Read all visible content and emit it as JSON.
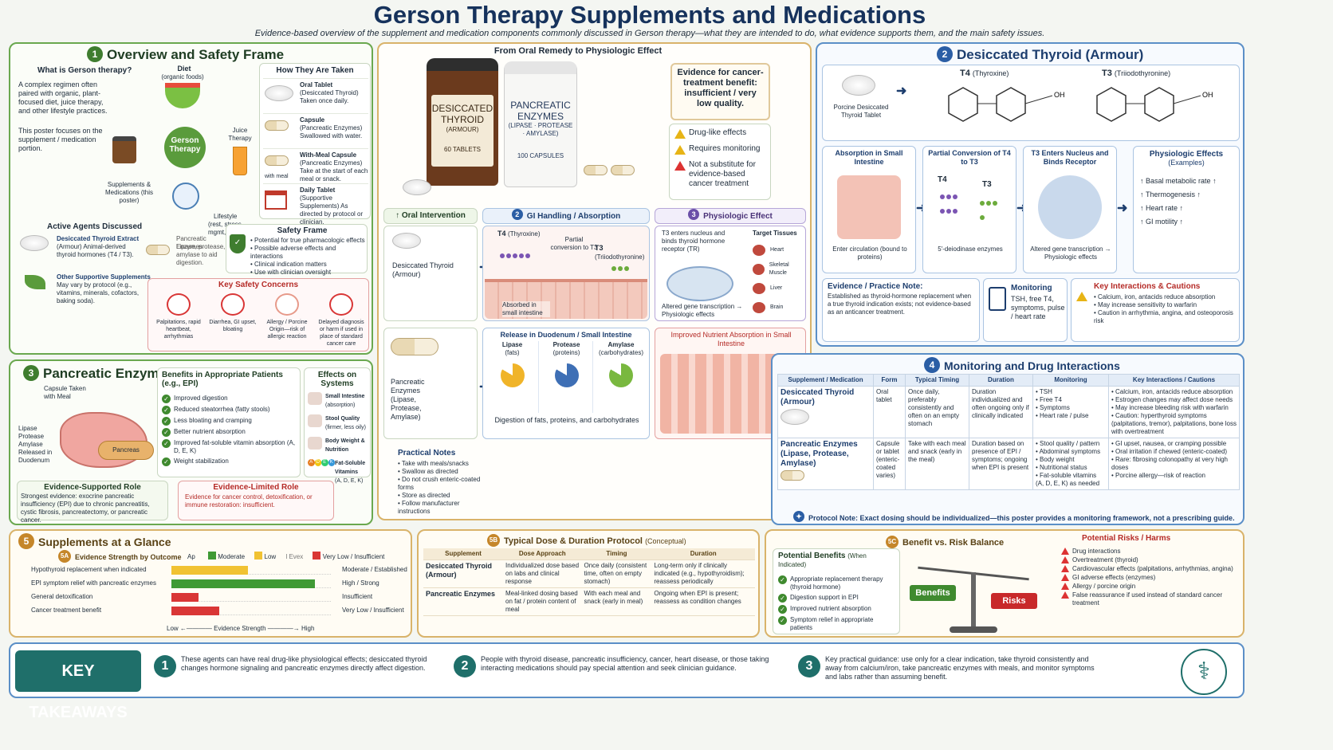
{
  "header": {
    "title": "Gerson Therapy Supplements and Medications",
    "subtitle": "Evidence-based overview of the supplement and medication components commonly discussed in Gerson therapy—what they are intended to do, what evidence supports them, and the main safety issues."
  },
  "s1": {
    "num": "1",
    "title": "Overview and Safety Frame",
    "what_title": "What is Gerson therapy?",
    "what_p1": "A complex regimen often paired with organic, plant-focused diet, juice therapy, and other lifestyle practices.",
    "what_p2": "This poster focuses on the supplement / medication portion.",
    "diet": "Diet",
    "diet_sub": "(organic foods)",
    "juice": "Juice Therapy",
    "center": "Gerson Therapy",
    "supp": "Supplements & Medications (this poster)",
    "life": "Lifestyle",
    "life_sub": "(rest, stress mgmt, sunlight)",
    "how_title": "How They Are Taken",
    "how": [
      {
        "title": "Oral Tablet",
        "text": "(Desiccated Thyroid) Taken once daily."
      },
      {
        "title": "Capsule",
        "text": "(Pancreatic Enzymes) Swallowed with water."
      },
      {
        "title": "With-Meal Capsule",
        "text": "(Pancreatic Enzymes) Take at the start of each meal or snack.",
        "note": "with meal"
      },
      {
        "title": "Daily Tablet",
        "text": "(Supportive Supplements) As directed by protocol or clinician."
      }
    ],
    "active_title": "Active Agents Discussed",
    "agent1_title": "Desiccated Thyroid Extract",
    "agent1_text": "(Armour) Animal-derived thyroid hormones (T4 / T3).",
    "agent2_title": "Pancreatic Enzymes",
    "agent2_text": "Lipase, protease, amylase to aid digestion.",
    "agent3_title": "Other Supportive Supplements",
    "agent3_text": "May vary by protocol (e.g., vitamins, minerals, cofactors, baking soda).",
    "frame_title": "Safety Frame",
    "frame": [
      "Potential for true pharmacologic effects",
      "Possible adverse effects and interactions",
      "Clinical indication matters",
      "Use with clinician oversight"
    ],
    "concerns_title": "Key Safety Concerns",
    "concerns": [
      "Palpitations, rapid heartbeat, arrhythmias",
      "Diarrhea, GI upset, bloating",
      "Allergy / Porcine Origin—risk of allergic reaction",
      "Delayed diagnosis or harm if used in place of standard cancer care"
    ]
  },
  "center": {
    "title": "From Oral Remedy to Physiologic Effect",
    "bottle1": [
      "DESICCATED",
      "THYROID",
      "(ARMOUR)",
      "60 TABLETS"
    ],
    "bottle2": [
      "PANCREATIC",
      "ENZYMES",
      "(LIPASE · PROTEASE",
      "· AMYLASE)",
      "100 CAPSULES"
    ],
    "evidence_box": "Evidence for cancer-treatment benefit: insufficient / very low quality.",
    "flags": [
      "Drug-like effects",
      "Requires monitoring",
      "Not a substitute for evidence-based cancer treatment"
    ],
    "step1": "Oral Intervention",
    "step2": "GI Handling / Absorption",
    "step3": "Physiologic Effect",
    "dt_label": "Desiccated Thyroid (Armour)",
    "t4": "T4",
    "t4_sub": "(Thyroxine)",
    "conv": "Partial conversion to T3",
    "t3": "T3",
    "t3_sub": "(Triiodothyronine)",
    "absorbed": "Absorbed in small intestine",
    "nucleus": "T3 enters nucleus and binds thyroid hormone receptor (TR)",
    "altered": "Altered gene transcription → Physiologic effects",
    "targets_title": "Target Tissues",
    "targets": [
      "Heart",
      "Skeletal Muscle",
      "Liver",
      "Brain"
    ],
    "pe_label": "Pancreatic Enzymes (Lipase, Protease, Amylase)",
    "release": "Release in Duodenum / Small Intestine",
    "enz": [
      {
        "name": "Lipase",
        "sub": "(fats)"
      },
      {
        "name": "Protease",
        "sub": "(proteins)"
      },
      {
        "name": "Amylase",
        "sub": "(carbohydrates)"
      }
    ],
    "digestion": "Digestion of fats, proteins, and carbohydrates",
    "improved": "Improved Nutrient Absorption in Small Intestine",
    "notes_title": "Practical Notes",
    "notes": [
      "Take with meals/snacks",
      "Swallow as directed",
      "Do not crush enteric-coated forms",
      "Store as directed",
      "Follow manufacturer instructions"
    ]
  },
  "s2": {
    "num": "2",
    "title": "Desiccated Thyroid (Armour)",
    "tablet": "Porcine Desiccated Thyroid Tablet",
    "t4": "T4",
    "t4_sub": "(Thyroxine)",
    "t3": "T3",
    "t3_sub": "(Triiodothyronine)",
    "flow": [
      {
        "title": "Absorption in Small Intestine",
        "text": "Enter circulation (bound to proteins)"
      },
      {
        "title": "Partial Conversion of T4 to T3",
        "text": "5′-deiodinase enzymes",
        "a": "T4",
        "b": "T3"
      },
      {
        "title": "T3 Enters Nucleus and Binds Receptor",
        "text": "Altered gene transcription → Physiologic effects"
      }
    ],
    "effects_title": "Physiologic Effects",
    "effects_sub": "(Examples)",
    "effects": [
      "Basal metabolic rate",
      "Thermogenesis",
      "Heart rate",
      "GI motility"
    ],
    "note_title": "Evidence / Practice Note:",
    "note_text": "Established as thyroid-hormone replacement when a true thyroid indication exists; not evidence-based as an anticancer treatment.",
    "mon_title": "Monitoring",
    "mon_text": "TSH, free T4, symptoms, pulse / heart rate",
    "int_title": "Key Interactions & Cautions",
    "int": [
      "Calcium, iron, antacids reduce absorption",
      "May increase sensitivity to warfarin",
      "Caution in arrhythmia, angina, and osteoporosis risk"
    ]
  },
  "s3": {
    "num": "3",
    "title": "Pancreatic Enzymes",
    "capsule": "Capsule Taken with Meal",
    "released": "Lipase Protease Amylase Released in Duodenum",
    "pancreas": "Pancreas",
    "ben_title": "Benefits in Appropriate Patients (e.g., EPI)",
    "benefits": [
      "Improved digestion",
      "Reduced steatorrhea (fatty stools)",
      "Less bloating and cramping",
      "Better nutrient absorption",
      "Improved fat-soluble vitamin absorption (A, D, E, K)",
      "Weight stabilization"
    ],
    "sys_title": "Effects on Systems",
    "systems": [
      {
        "title": "Small Intestine",
        "text": "(absorption)"
      },
      {
        "title": "Stool Quality",
        "text": "(firmer, less oily)"
      },
      {
        "title": "Body Weight & Nutrition",
        "text": ""
      },
      {
        "title": "Fat-Soluble Vitamins",
        "text": "(A, D, E, K)"
      }
    ],
    "vit": [
      "A",
      "D",
      "E",
      "K"
    ],
    "sup_title": "Evidence-Supported Role",
    "sup_text": "Strongest evidence: exocrine pancreatic insufficiency (EPI) due to chronic pancreatitis, cystic fibrosis, pancreatectomy, or pancreatic cancer.",
    "lim_title": "Evidence-Limited Role",
    "lim_text": "Evidence for cancer control, detoxification, or immune restoration: insufficient."
  },
  "s4": {
    "num": "4",
    "title": "Monitoring and Drug Interactions",
    "cols": [
      "Supplement / Medication",
      "Form",
      "Typical Timing",
      "Duration",
      "Monitoring",
      "Key Interactions / Cautions"
    ],
    "rows": [
      {
        "name": "Desiccated Thyroid (Armour)",
        "form": "Oral tablet",
        "timing": "Once daily, preferably consistently and often on an empty stomach",
        "duration": "Duration individualized and often ongoing only if clinically indicated",
        "monitoring": [
          "TSH",
          "Free T4",
          "Symptoms",
          "Heart rate / pulse"
        ],
        "cautions": [
          "Calcium, iron, antacids reduce absorption",
          "Estrogen changes may affect dose needs",
          "May increase bleeding risk with warfarin",
          "Caution: hyperthyroid symptoms (palpitations, tremor), palpitations, bone loss with overtreatment"
        ]
      },
      {
        "name": "Pancreatic Enzymes (Lipase, Protease, Amylase)",
        "form": "Capsule or tablet (enteric-coated varies)",
        "timing": "Take with each meal and snack (early in the meal)",
        "duration": "Duration based on presence of EPI / symptoms; ongoing when EPI is present",
        "monitoring": [
          "Stool quality / pattern",
          "Abdominal symptoms",
          "Body weight",
          "Nutritional status",
          "Fat-soluble vitamins (A, D, E, K) as needed"
        ],
        "cautions": [
          "GI upset, nausea, or cramping possible",
          "Oral irritation if chewed (enteric-coated)",
          "Rare: fibrosing colonopathy at very high doses",
          "Porcine allergy—risk of reaction"
        ]
      }
    ],
    "protocol": "Protocol Note: Exact dosing should be individualized—this poster provides a monitoring framework, not a prescribing guide."
  },
  "s5": {
    "num": "5",
    "title": "Supplements at a Glance",
    "sub_tag": "5A",
    "sub_title": "Evidence Strength by Outcome",
    "legend": [
      {
        "label": "Moderate",
        "color": "#3f9a35"
      },
      {
        "label": "Low",
        "color": "#f1c232"
      },
      {
        "label": "Very Low / Insufficient",
        "color": "#d93636"
      }
    ],
    "legend_misc": [
      "Ap",
      "l Evex"
    ],
    "low": "Low",
    "axis": "Evidence Strength",
    "high": "High"
  },
  "chart_data": {
    "type": "bar",
    "title": "Evidence Strength by Outcome",
    "xlabel": "Evidence Strength",
    "categories": [
      "Hypothyroid replacement when indicated",
      "EPI symptom relief with pancreatic enzymes",
      "General detoxification",
      "Cancer treatment benefit"
    ],
    "values": [
      0.48,
      0.9,
      0.17,
      0.3
    ],
    "ratings": [
      "Moderate / Established",
      "High / Strong",
      "Insufficient",
      "Very Low / Insufficient"
    ],
    "colors": [
      "#f1c232",
      "#3f9a35",
      "#d93636",
      "#d93636"
    ],
    "xlim": [
      "Low",
      "High"
    ]
  },
  "s5b": {
    "tag": "5B",
    "title": "Typical Dose & Duration Protocol",
    "title_sub": "(Conceptual)",
    "cols": [
      "Supplement",
      "Dose Approach",
      "Timing",
      "Duration"
    ],
    "rows": [
      {
        "name": "Desiccated Thyroid (Armour)",
        "dose": "Individualized dose based on labs and clinical response",
        "timing": "Once daily (consistent time, often on empty stomach)",
        "duration": "Long-term only if clinically indicated (e.g., hypothyroidism); reassess periodically"
      },
      {
        "name": "Pancreatic Enzymes",
        "dose": "Meal-linked dosing based on fat / protein content of meal",
        "timing": "With each meal and snack (early in meal)",
        "duration": "Ongoing when EPI is present; reassess as condition changes"
      }
    ]
  },
  "s5c": {
    "tag": "5C",
    "title": "Benefit vs. Risk Balance",
    "ben_title": "Potential Benefits",
    "ben_sub": "(When Indicated)",
    "benefits": [
      "Appropriate replacement therapy (thyroid hormone)",
      "Digestion support in EPI",
      "Improved nutrient absorption",
      "Symptom relief in appropriate patients"
    ],
    "benefits_label": "Benefits",
    "risks_label": "Risks",
    "risk_title": "Potential Risks / Harms",
    "risks": [
      "Drug interactions",
      "Overtreatment (thyroid)",
      "Cardiovascular effects (palpitations, arrhythmias, angina)",
      "GI adverse effects (enzymes)",
      "Allergy / porcine origin",
      "False reassurance if used instead of standard cancer treatment"
    ]
  },
  "takeaways": {
    "label": "KEY TAKEAWAYS",
    "items": [
      {
        "n": "1",
        "text": "These agents can have real drug-like physiological effects; desiccated thyroid changes hormone signaling and pancreatic enzymes directly affect digestion."
      },
      {
        "n": "2",
        "text": "People with thyroid disease, pancreatic insufficiency, cancer, heart disease, or those taking interacting medications should pay special attention and seek clinician guidance."
      },
      {
        "n": "3",
        "text": "Key practical guidance: use only for a clear indication, take thyroid consistently and away from calcium/iron, take pancreatic enzymes with meals, and monitor symptoms and labs rather than assuming benefit."
      }
    ]
  },
  "colors": {
    "green": "#3f7d2f",
    "blue": "#2b5ea5",
    "red": "#d93636",
    "yellow": "#f1c232",
    "teal": "#1f6f6a"
  }
}
